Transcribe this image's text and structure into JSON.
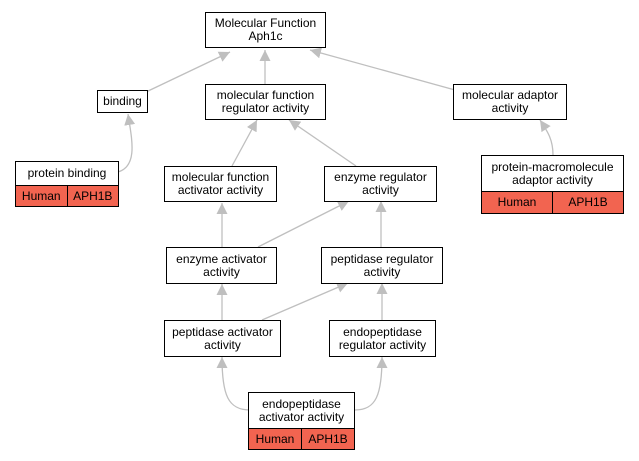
{
  "colors": {
    "edge": "#bfbfbf",
    "annotation": "#f26450",
    "border": "#000000"
  },
  "nodes": {
    "root": {
      "label": "Molecular Function\nAph1c"
    },
    "binding": {
      "label": "binding"
    },
    "mfra": {
      "label": "molecular function\nregulator activity"
    },
    "maa": {
      "label": "molecular adaptor\nactivity"
    },
    "protein_binding": {
      "label": "protein binding",
      "species": "Human",
      "gene": "APH1B"
    },
    "mfaa": {
      "label": "molecular function\nactivator activity"
    },
    "era": {
      "label": "enzyme regulator\nactivity"
    },
    "pmaa": {
      "label": "protein-macromolecule\nadaptor activity",
      "species": "Human",
      "gene": "APH1B"
    },
    "eaa": {
      "label": "enzyme activator\nactivity"
    },
    "pra": {
      "label": "peptidase regulator\nactivity"
    },
    "paa": {
      "label": "peptidase activator\nactivity"
    },
    "epra": {
      "label": "endopeptidase\nregulator activity"
    },
    "epaa": {
      "label": "endopeptidase\nactivator activity",
      "species": "Human",
      "gene": "APH1B"
    }
  }
}
